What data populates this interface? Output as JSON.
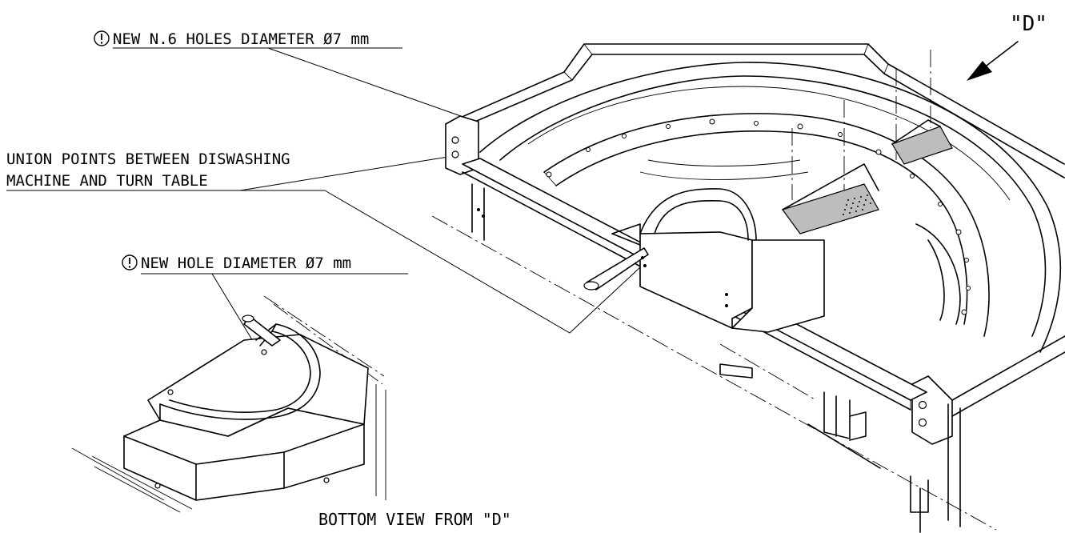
{
  "labels": {
    "view_marker": "\"D\"",
    "new_six_holes": "NEW N.6 HOLES DIAMETER Ø7 mm",
    "union_points_line1": "UNION POINTS BETWEEN DISWASHING",
    "union_points_line2": "MACHINE AND TURN TABLE",
    "new_hole": "NEW HOLE DIAMETER Ø7 mm",
    "bottom_view": "BOTTOM VIEW FROM \"D\""
  },
  "icons": {
    "warning": "circled-exclamation-icon"
  },
  "colors": {
    "line": "#000000",
    "background": "#ffffff",
    "plate": "#bdbdbd"
  }
}
